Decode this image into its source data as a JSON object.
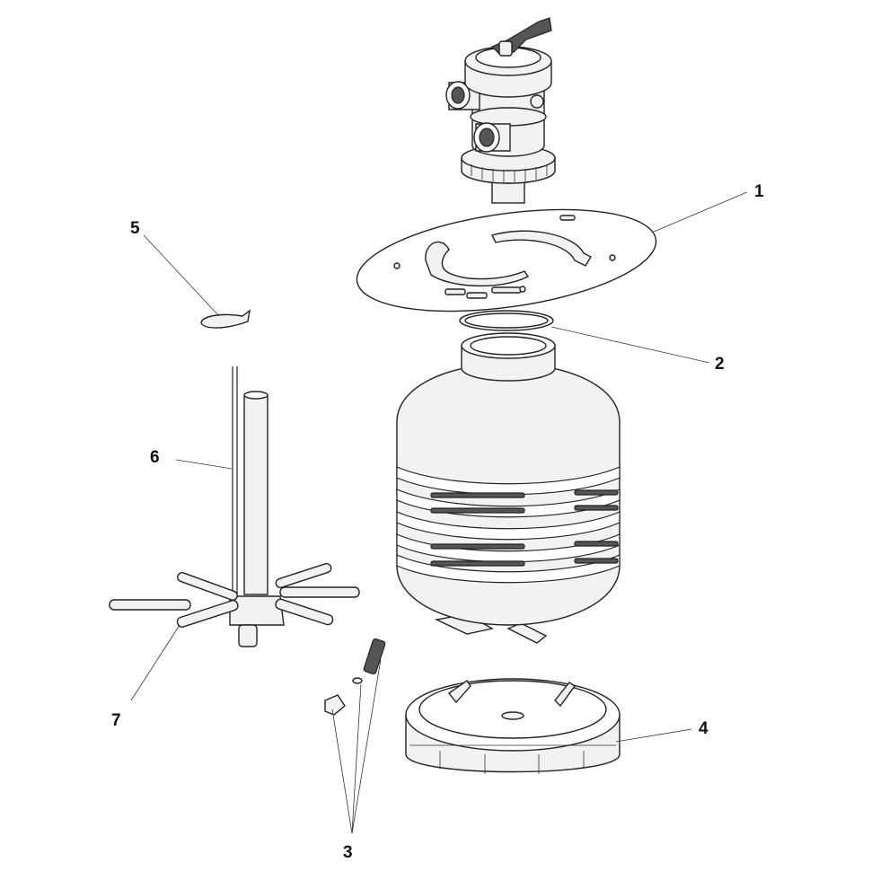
{
  "callouts": [
    {
      "id": "1",
      "label": "1",
      "part": "multiport-valve-and-tank-lid"
    },
    {
      "id": "2",
      "label": "2",
      "part": "o-ring"
    },
    {
      "id": "3",
      "label": "3",
      "part": "drain-plug-assembly"
    },
    {
      "id": "4",
      "label": "4",
      "part": "base"
    },
    {
      "id": "5",
      "label": "5",
      "part": "clip"
    },
    {
      "id": "6",
      "label": "6",
      "part": "standpipe"
    },
    {
      "id": "7",
      "label": "7",
      "part": "lateral-assembly"
    }
  ],
  "colors": {
    "line": "#222222",
    "fill": "#f2f2f2",
    "background": "#ffffff"
  }
}
